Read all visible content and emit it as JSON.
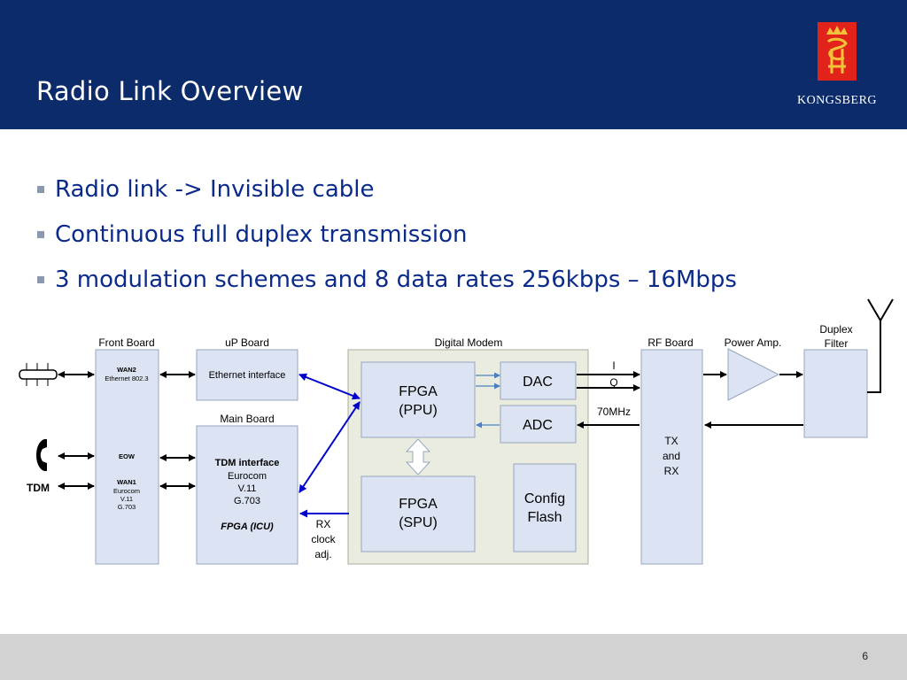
{
  "header": {
    "title": "Radio Link Overview",
    "logo_text": "KONGSBERG"
  },
  "bullets": [
    "Radio link -> Invisible cable",
    "Continuous full duplex transmission",
    "3 modulation schemes and 8 data rates 256kbps – 16Mbps"
  ],
  "diagram": {
    "labels": {
      "front_board": "Front Board",
      "up_board": "uP Board",
      "digital_modem": "Digital Modem",
      "rf_board": "RF Board",
      "power_amp": "Power Amp.",
      "duplex_filter_1": "Duplex",
      "duplex_filter_2": "Filter",
      "main_board": "Main Board",
      "tdm": "TDM",
      "i": "I",
      "q": "Q",
      "if_freq": "70MHz",
      "rx_clock_1": "RX",
      "rx_clock_2": "clock",
      "rx_clock_3": "adj."
    },
    "front": {
      "wan2": "WAN2",
      "wan2_sub": "Ethernet 802.3",
      "eow": "EOW",
      "wan1": "WAN1",
      "wan1_l1": "Eurocom",
      "wan1_l2": "V.11",
      "wan1_l3": "G.703"
    },
    "ethernet_interface": "Ethernet interface",
    "tdm_interface": {
      "title": "TDM interface",
      "l1": "Eurocom",
      "l2": "V.11",
      "l3": "G.703",
      "fpga": "FPGA (ICU)"
    },
    "fpga_ppu_1": "FPGA",
    "fpga_ppu_2": "(PPU)",
    "fpga_spu_1": "FPGA",
    "fpga_spu_2": "(SPU)",
    "dac": "DAC",
    "adc": "ADC",
    "config_1": "Config",
    "config_2": "Flash",
    "rf_1": "TX",
    "rf_2": "and",
    "rf_3": "RX"
  },
  "footer": {
    "page": "6"
  },
  "colors": {
    "header_bg": "#0b2b6a",
    "bullet_text": "#0b2b8a",
    "box_fill": "#dce3f2",
    "modem_fill": "#e9ecdf",
    "logo_red": "#e2231a",
    "link_blue": "#0000cc"
  }
}
